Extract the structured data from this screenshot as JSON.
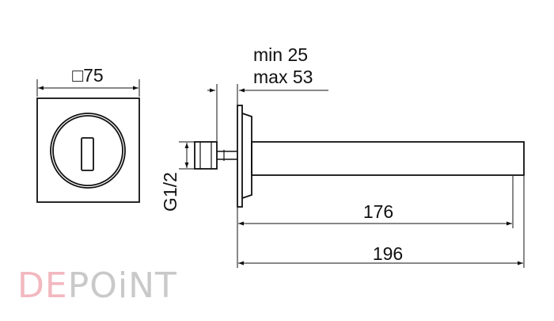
{
  "front_view": {
    "square_label": "□75"
  },
  "side_view": {
    "thread_label": "G1/2",
    "offset_min_label": "min 25",
    "offset_max_label": "max 53",
    "length_short_label": "176",
    "length_total_label": "196"
  },
  "watermark": {
    "text": "DEPOiNT",
    "accent_color": "#f2b8bf",
    "main_color": "#c9c9c9"
  },
  "colors": {
    "line": "#111111",
    "background": "#ffffff"
  }
}
